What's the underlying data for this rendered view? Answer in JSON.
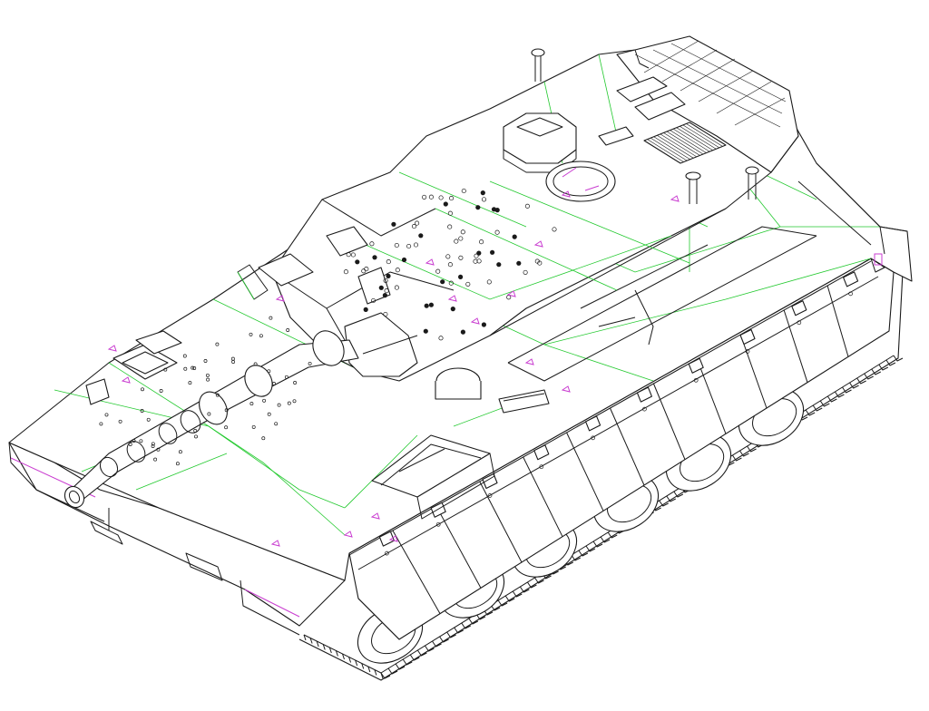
{
  "colors": {
    "outline": "#1a1a1a",
    "panel_lines": "#22c92e",
    "markers": "#c93cd0",
    "highlight_panel": "#e8c070",
    "background": "#ffffff"
  },
  "subject": {
    "kind": "isometric line drawing",
    "parts": [
      "hull",
      "turret",
      "main-gun",
      "tracks",
      "road-wheels",
      "side-skirts",
      "commander-cupola",
      "rear-stowage-basket",
      "fender-panel"
    ]
  }
}
